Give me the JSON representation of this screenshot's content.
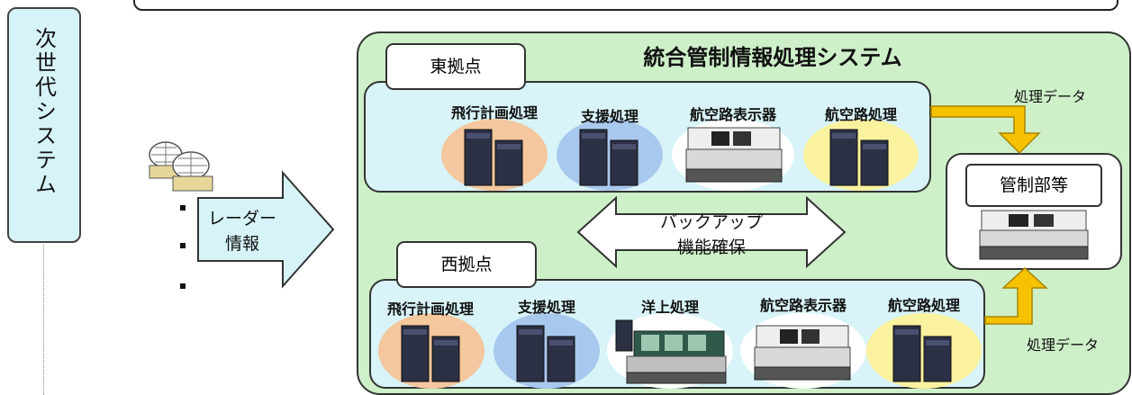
{
  "left_label": "次世代システム",
  "radar_arrow": {
    "line1": "レーダー",
    "line2": "情報"
  },
  "system_title": "統合管制情報処理システム",
  "backup": {
    "line1": "バックアップ",
    "line2": "機能確保"
  },
  "east": {
    "name": "東拠点",
    "components": [
      {
        "label": "飛行計画処理",
        "icon": "server-icon",
        "bg": "#f4c79e"
      },
      {
        "label": "支援処理",
        "icon": "server-icon",
        "bg": "#a9c8ee"
      },
      {
        "label": "航空路表示器",
        "icon": "console-icon",
        "bg": "#ffffff"
      },
      {
        "label": "航空路処理",
        "icon": "server-icon",
        "bg": "#fbf2a0"
      }
    ]
  },
  "west": {
    "name": "西拠点",
    "components": [
      {
        "label": "飛行計画処理",
        "icon": "server-icon",
        "bg": "#f4c79e"
      },
      {
        "label": "支援処理",
        "icon": "server-icon",
        "bg": "#a9c8ee"
      },
      {
        "label": "洋上処理",
        "icon": "console-icon",
        "bg": "#ffffff"
      },
      {
        "label": "航空路表示器",
        "icon": "console-icon",
        "bg": "#ffffff"
      },
      {
        "label": "航空路処理",
        "icon": "server-icon",
        "bg": "#fbf2a0"
      }
    ]
  },
  "control": {
    "name": "管制部等"
  },
  "flows": {
    "east_output": "処理データ",
    "west_output": "処理データ"
  },
  "colors": {
    "panel": "#cdf0c8",
    "site": "#d8f4f8",
    "arrow_fill": "#d6f4f8",
    "data_arrow": "#f6c200"
  }
}
